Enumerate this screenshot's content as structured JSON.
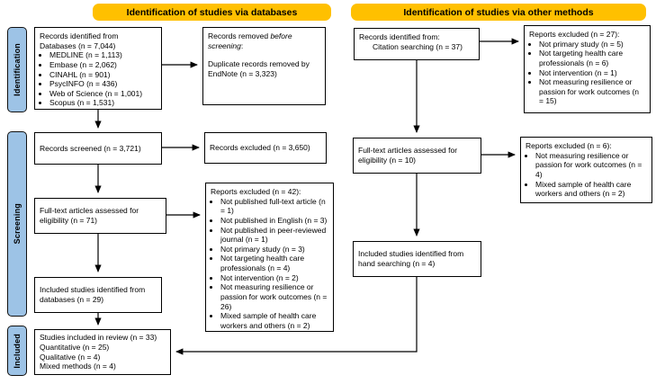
{
  "title": "PRISMA flow diagram",
  "colors": {
    "header_bg": "#FFC000",
    "stage_fill": "#9DC3E6",
    "box_border": "#000000",
    "box_bg": "#FFFFFF"
  },
  "headers": {
    "databases": "Identification of studies via databases",
    "other_methods": "Identification of studies via other methods"
  },
  "stages": {
    "identification": "Identification",
    "screening": "Screening",
    "included": "Included"
  },
  "database_flow": {
    "records_identified": {
      "intro": "Records identified from",
      "source": "Databases (n = 7,044)",
      "bullets": [
        "MEDLINE (n = 1,113)",
        "Embase (n = 2,062)",
        "CINAHL (n = 901)",
        "PsycINFO (n = 436)",
        "Web of Science (n = 1,001)",
        "Scopus (n = 1,531)"
      ]
    },
    "records_removed": {
      "prefix": "Records removed ",
      "emphasis": "before screening",
      "suffix": ":",
      "detail": "Duplicate records removed by EndNote (n = 3,323)"
    },
    "records_screened": "Records screened (n = 3,721)",
    "records_excluded": "Records excluded (n = 3,650)",
    "full_text": "Full-text articles assessed for eligibility (n = 71)",
    "reports_excluded": {
      "title": "Reports excluded (n = 42):",
      "bullets": [
        "Not published full-text article (n = 1)",
        "Not published in English (n = 3)",
        "Not published in peer-reviewed journal (n = 1)",
        "Not primary study (n = 3)",
        "Not targeting health care professionals (n = 4)",
        "Not intervention (n = 2)",
        "Not measuring resilience or passion for work outcomes (n = 26)",
        "Mixed sample of health care workers and others (n = 2)"
      ]
    },
    "included_studies": "Included studies identified from databases (n = 29)",
    "final_included": {
      "lines": [
        "Studies included in review (n = 33)",
        "Quantitative (n = 25)",
        "Qualitative (n = 4)",
        "Mixed methods (n = 4)"
      ]
    }
  },
  "other_flow": {
    "records_identified": {
      "intro": "Records identified from:",
      "source": "Citation searching (n = 37)"
    },
    "reports_excluded_screening": {
      "title": "Reports excluded (n = 27):",
      "bullets": [
        "Not primary study (n = 5)",
        "Not targeting health care professionals (n = 6)",
        "Not intervention (n = 1)",
        "Not measuring resilience or passion for work outcomes (n = 15)"
      ]
    },
    "full_text": "Full-text articles assessed for eligibility (n = 10)",
    "reports_excluded_fulltext": {
      "title": "Reports excluded (n = 6):",
      "bullets": [
        "Not measuring resilience or passion for work outcomes (n = 4)",
        "Mixed sample of health care workers and others (n = 2)"
      ]
    },
    "included_studies": "Included studies identified from hand searching (n = 4)"
  }
}
